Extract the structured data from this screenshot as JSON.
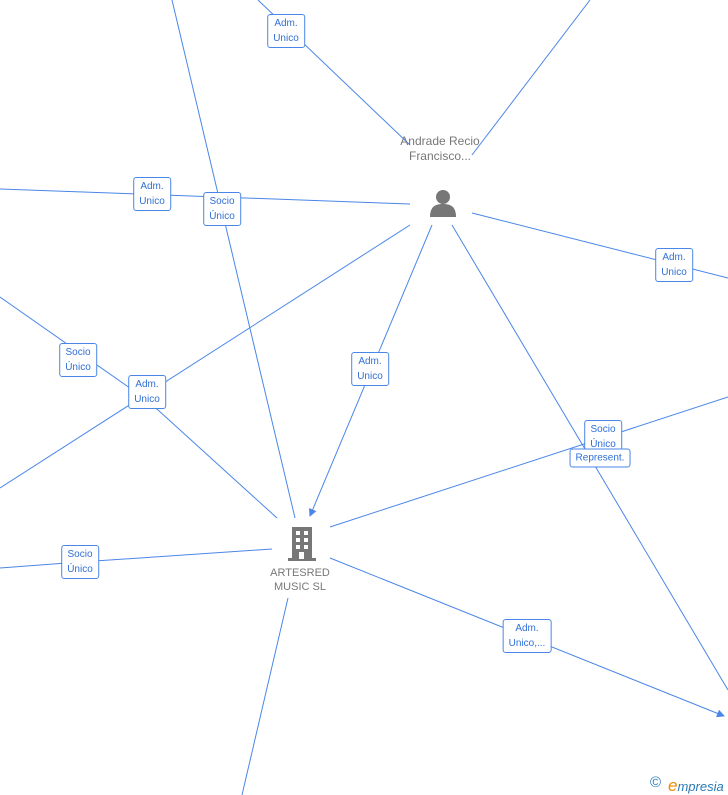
{
  "nodes": {
    "person": {
      "name": "Andrade Recio Francisco...",
      "icon": "person-icon"
    },
    "company": {
      "name_line1": "ARTESRED",
      "name_line2": "MUSIC  SL",
      "icon": "building-icon"
    }
  },
  "edges": [
    "Adm.\nUnico",
    "Adm.\nUnico",
    "Socio\nÚnico",
    "Adm.\nUnico",
    "Socio\nÚnico",
    "Adm.\nUnico",
    "Adm.\nUnico",
    "Socio\nÚnico",
    "Represent.",
    "Socio\nÚnico",
    "Adm.\nUnico,..."
  ],
  "colors": {
    "edge": "#4a86e8",
    "node": "#777777"
  },
  "footer": {
    "copyright": "©",
    "brand_initial": "e",
    "brand_rest": "mpresia"
  }
}
